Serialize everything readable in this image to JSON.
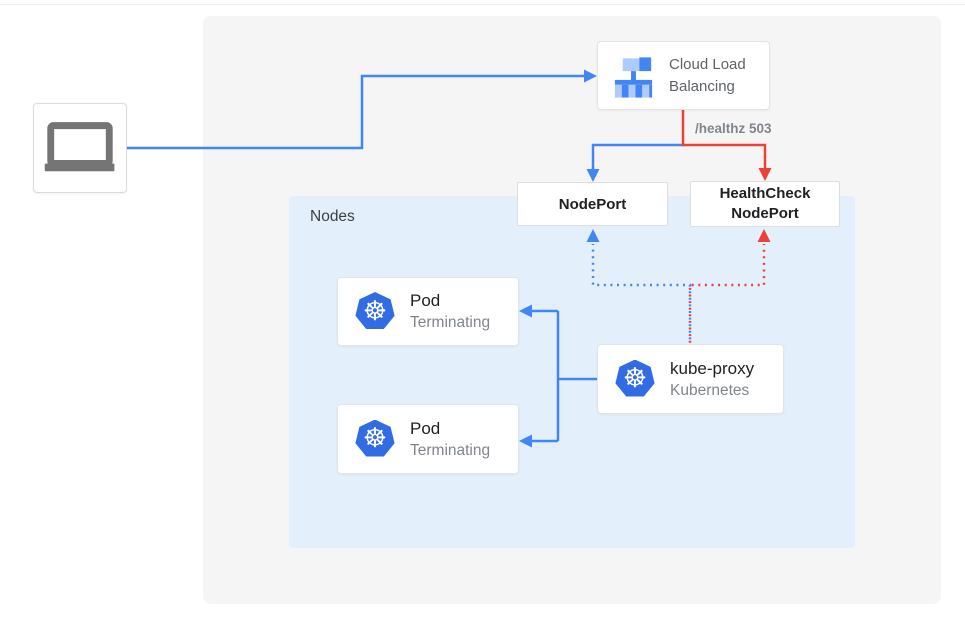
{
  "colors": {
    "accent_blue": "#4285f4",
    "accent_red": "#ea4335",
    "kubernetes_blue": "#326ce5",
    "outer_panel_gray": "#f5f5f6",
    "nodes_panel_blue": "#e3f0fc",
    "text_dark": "#202124",
    "text_gray": "#5f6368",
    "text_light_gray": "#80868b"
  },
  "icons": {
    "kubernetes_wheel": "☸"
  },
  "cloud_load_balancing": {
    "label": "Cloud Load Balancing"
  },
  "health_check_path": {
    "label": "/healthz 503"
  },
  "nodeport": {
    "label": "NodePort"
  },
  "healthcheck_nodeport": {
    "line1": "HealthCheck",
    "line2": "NodePort"
  },
  "nodes_group": {
    "label": "Nodes"
  },
  "pods": [
    {
      "title": "Pod",
      "status": "Terminating"
    },
    {
      "title": "Pod",
      "status": "Terminating"
    }
  ],
  "kube_proxy": {
    "title": "kube-proxy",
    "subtitle": "Kubernetes"
  }
}
